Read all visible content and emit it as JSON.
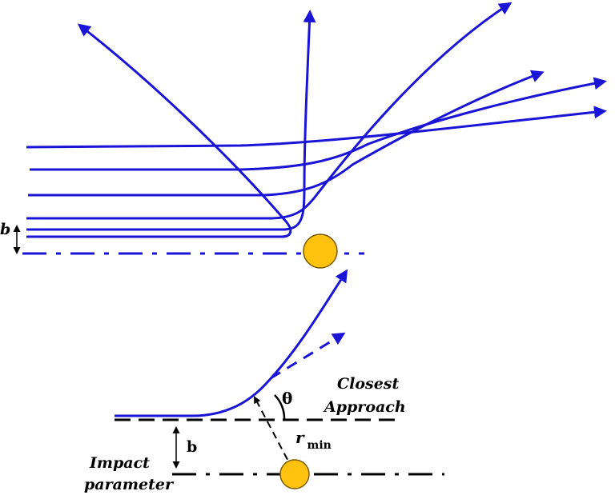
{
  "colors": {
    "trajectory": "#1a14d6",
    "nucleus_fill": "#ffc20e",
    "nucleus_stroke": "#7a5a00",
    "axis": "#000000"
  },
  "labels": {
    "b_top": "b",
    "b_bottom": "b",
    "theta": "θ",
    "r": "r",
    "r_sub": "min",
    "closest_line1": "Closest",
    "closest_line2": "Approach",
    "impact_line1": "Impact",
    "impact_line2": "parameter"
  }
}
